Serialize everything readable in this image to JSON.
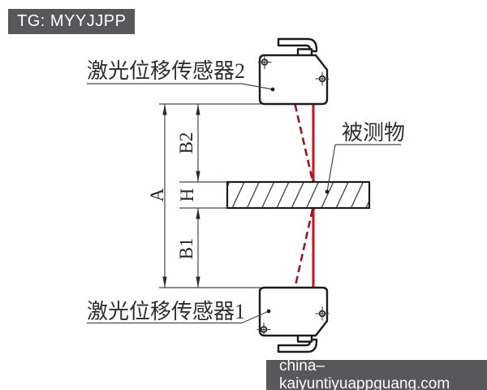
{
  "badge": {
    "text": "TG: MYYJJPP"
  },
  "watermark": {
    "text": "china–kaiyuntiyuappguang.com"
  },
  "diagram": {
    "sensor_top_label": "激光位移传感器2",
    "sensor_bottom_label": "激光位移传感器1",
    "object_label": "被测物",
    "dims": {
      "overall": "A",
      "upper_gap": "B2",
      "thickness": "H",
      "lower_gap": "B1"
    },
    "colors": {
      "laser_solid": "#c41422",
      "laser_reflected": "#9e1422",
      "laser_spot": "#b21020",
      "ink": "#3a3a3c",
      "badge_bg": "#58585a",
      "badge_text": "#ffffff"
    }
  }
}
